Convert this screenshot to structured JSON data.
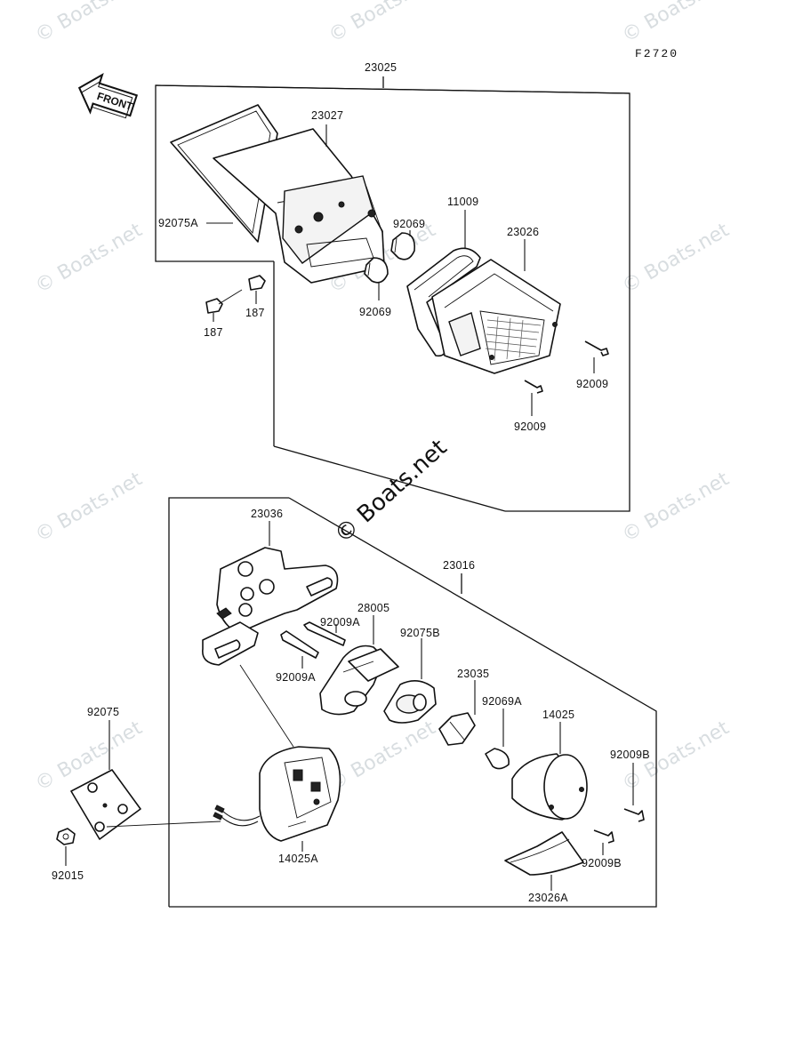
{
  "figure_code": "F2720",
  "front_label": "FRONT",
  "watermark_text": "© Boats.net",
  "center_watermark": "© Boats.net",
  "labels": {
    "p23025": "23025",
    "p23027": "23027",
    "p92075A": "92075A",
    "p11009": "11009",
    "p92069_top": "92069",
    "p23026": "23026",
    "p92069_bot": "92069",
    "p187_left": "187",
    "p187_right": "187",
    "p92009_right": "92009",
    "p92009_bottom": "92009",
    "p23036": "23036",
    "p23016": "23016",
    "p28005": "28005",
    "p92009A_top": "92009A",
    "p92009A_bot": "92009A",
    "p92075B": "92075B",
    "p23035": "23035",
    "p92069A": "92069A",
    "p14025": "14025",
    "p92009B_top": "92009B",
    "p92009B_bot": "92009B",
    "p92075": "92075",
    "p92015": "92015",
    "p14025A": "14025A",
    "p23026A": "23026A"
  }
}
